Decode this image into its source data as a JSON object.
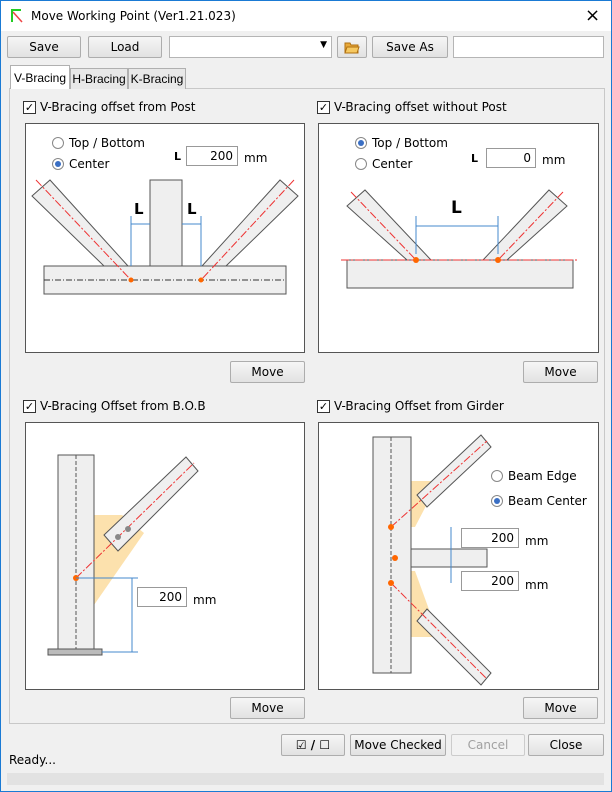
{
  "window": {
    "title": "Move Working Point (Ver1.21.023)",
    "close_icon": "×"
  },
  "toolbar": {
    "save": "Save",
    "load": "Load",
    "file_combo_value": "",
    "save_as": "Save As",
    "save_as_name": ""
  },
  "tabs": [
    {
      "label": "V-Bracing"
    },
    {
      "label": "H-Bracing"
    },
    {
      "label": "K-Bracing"
    }
  ],
  "panels": {
    "post": {
      "label": "V-Bracing offset from Post",
      "checked": true,
      "radios": [
        "Top / Bottom",
        "Center"
      ],
      "selected": "Center",
      "L_label": "L",
      "value": "200",
      "unit": "mm",
      "dim1": "L",
      "dim2": "L",
      "move": "Move"
    },
    "nopost": {
      "label": "V-Bracing offset without Post",
      "checked": true,
      "radios": [
        "Top / Bottom",
        "Center"
      ],
      "selected": "Top / Bottom",
      "L_label": "L",
      "value": "0",
      "unit": "mm",
      "dim": "L",
      "move": "Move"
    },
    "bob": {
      "label": "V-Bracing Offset from B.O.B",
      "checked": true,
      "value": "200",
      "unit": "mm",
      "move": "Move"
    },
    "girder": {
      "label": "V-Bracing Offset from Girder",
      "checked": true,
      "radios": [
        "Beam Edge",
        "Beam Center"
      ],
      "selected": "Beam Center",
      "value1": "200",
      "unit1": "mm",
      "value2": "200",
      "unit2": "mm",
      "move": "Move"
    }
  },
  "footer": {
    "toggle_check": "☑ / ☐",
    "move_checked": "Move Checked",
    "cancel": "Cancel",
    "close": "Close",
    "status": "Ready...",
    "progress": 0
  }
}
